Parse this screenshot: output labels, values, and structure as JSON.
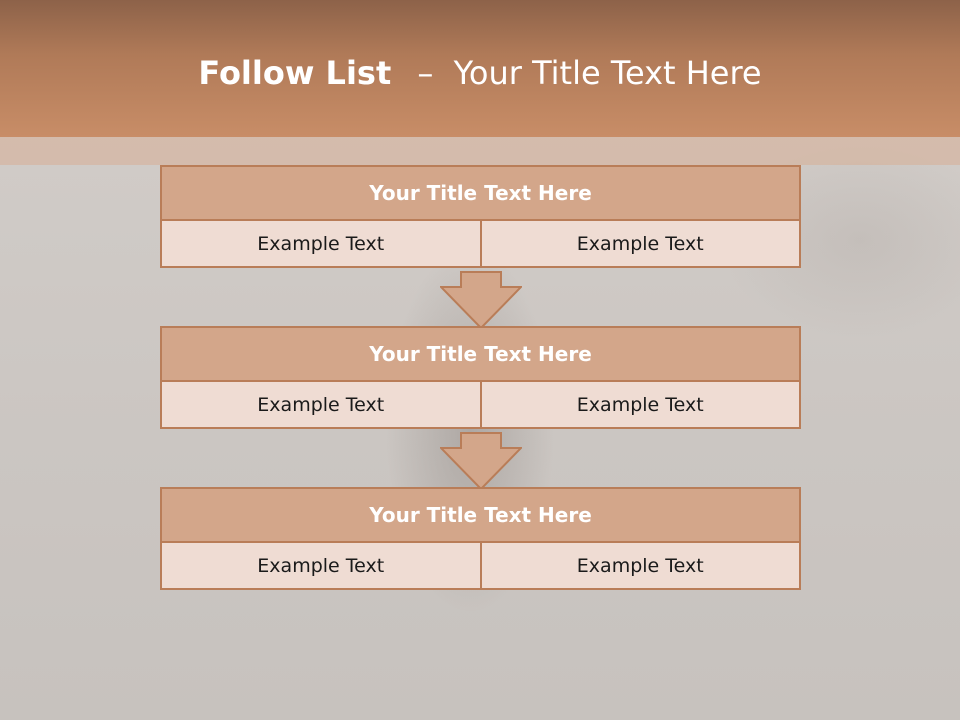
{
  "slide": {
    "title_main": "Follow List",
    "title_dash": "–",
    "title_rest": "Your Title Text Here"
  },
  "blocks": [
    {
      "title": "Your Title Text Here",
      "left": "Example Text",
      "right": "Example Text"
    },
    {
      "title": "Your Title Text Here",
      "left": "Example Text",
      "right": "Example Text"
    },
    {
      "title": "Your Title Text Here",
      "left": "Example Text",
      "right": "Example Text"
    }
  ],
  "colors": {
    "header": "#c88d67",
    "block_title_bg": "#d3a68a",
    "block_cell_bg": "#efdcd3",
    "border": "#b97d58",
    "arrow_fill": "#d3a68a"
  },
  "icons": [
    "arrow-down-icon"
  ]
}
